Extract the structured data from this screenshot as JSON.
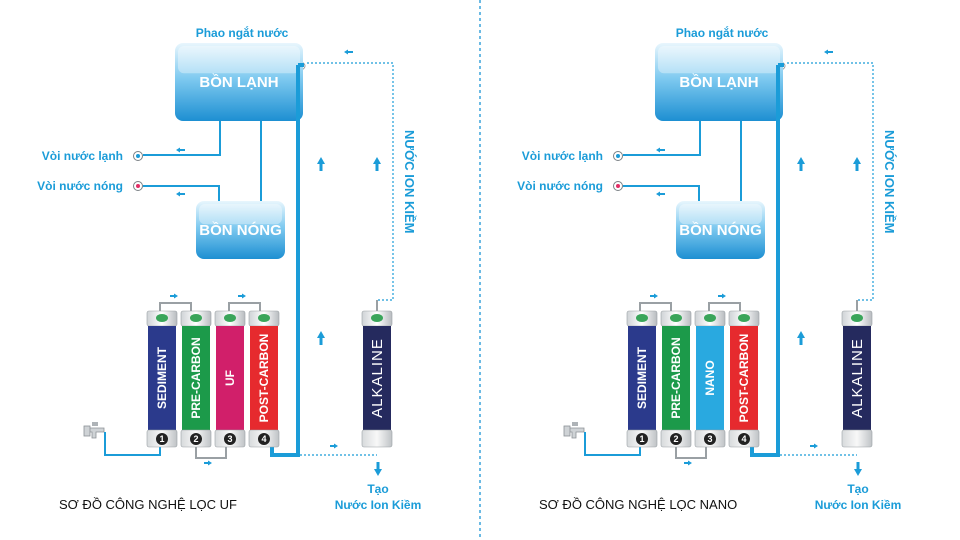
{
  "diagrams": [
    {
      "float_valve_label": "Phao ngắt nước",
      "cold_tank_label": "BỒN LẠNH",
      "hot_tank_label": "BỒN NÓNG",
      "cold_tap_label": "Vòi nước lạnh",
      "hot_tap_label": "Vòi nước nóng",
      "ion_water_vertical": "NƯỚC ION KIỀM",
      "output_line1": "Tạo",
      "output_line2": "Nước Ion Kiềm",
      "title": "SƠ ĐỒ CÔNG NGHỆ LỌC UF",
      "filters": [
        {
          "label": "SEDIMENT",
          "num": "1",
          "color": "#2b3a8c"
        },
        {
          "label": "PRE-CARBON",
          "num": "2",
          "color": "#1c9a4a"
        },
        {
          "label": "UF",
          "num": "3",
          "color": "#d11f6a"
        },
        {
          "label": "POST-CARBON",
          "num": "4",
          "color": "#e62a2e"
        }
      ],
      "alkaline_label": "ALKALINE"
    },
    {
      "float_valve_label": "Phao ngắt nước",
      "cold_tank_label": "BỒN LẠNH",
      "hot_tank_label": "BỒN NÓNG",
      "cold_tap_label": "Vòi nước lạnh",
      "hot_tap_label": "Vòi nước nóng",
      "ion_water_vertical": "NƯỚC ION KIỀM",
      "output_line1": "Tạo",
      "output_line2": "Nước Ion Kiềm",
      "title": "SƠ ĐỒ CÔNG NGHỆ LỌC NANO",
      "filters": [
        {
          "label": "SEDIMENT",
          "num": "1",
          "color": "#2b3a8c"
        },
        {
          "label": "PRE-CARBON",
          "num": "2",
          "color": "#1c9a4a"
        },
        {
          "label": "NANO",
          "num": "3",
          "color": "#29a9e0"
        },
        {
          "label": "POST-CARBON",
          "num": "4",
          "color": "#e62a2e"
        }
      ],
      "alkaline_label": "ALKALINE"
    }
  ],
  "colors": {
    "pipe": "#1b9cd8",
    "alkaline": "#252a5e",
    "divider": "#3aa3dc"
  }
}
